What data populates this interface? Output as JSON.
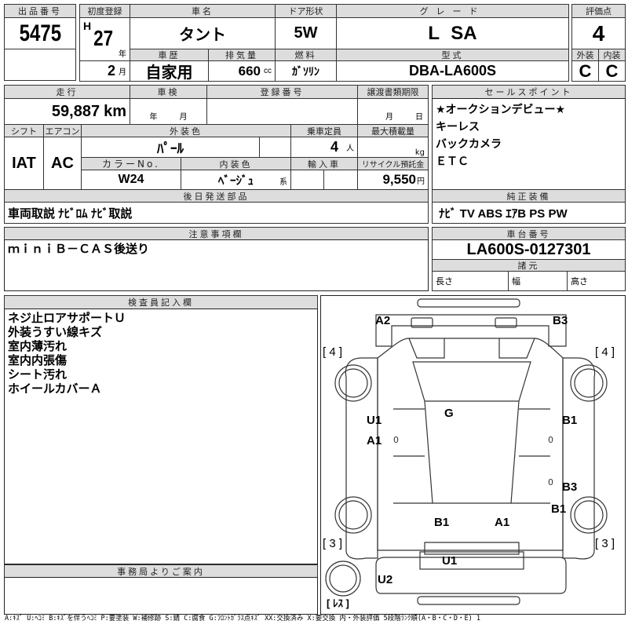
{
  "lot": {
    "label": "出品番号",
    "value": "5475"
  },
  "first_reg": {
    "label": "初度登録",
    "era": "H",
    "year": "27",
    "year_unit": "年",
    "month": "2",
    "month_unit": "月"
  },
  "car_name": {
    "label": "車名",
    "value": "タント"
  },
  "door": {
    "label": "ドア形状",
    "value": "5W"
  },
  "grade": {
    "label": "グレード",
    "value": "L SA"
  },
  "score": {
    "label": "評価点",
    "value": "4",
    "ext_label": "外装",
    "int_label": "内装",
    "ext": "C",
    "int": "C"
  },
  "history": {
    "label": "車歴",
    "value": "自家用"
  },
  "displacement": {
    "label": "排気量",
    "value": "660",
    "unit": "cc"
  },
  "fuel": {
    "label": "燃料",
    "value": "ｶﾞｿﾘﾝ"
  },
  "model": {
    "label": "型式",
    "value": "DBA-LA600S"
  },
  "mileage": {
    "label": "走行",
    "value": "59,887",
    "unit": "km"
  },
  "inspection": {
    "label": "車検",
    "year_unit": "年",
    "month_unit": "月"
  },
  "reg_no": {
    "label": "登録番号"
  },
  "transfer": {
    "label": "譲渡書類期限",
    "month_unit": "月",
    "day_unit": "日"
  },
  "shift": {
    "label": "シフト",
    "value": "IAT"
  },
  "ac": {
    "label": "エアコン",
    "value": "AC"
  },
  "ext_color": {
    "label": "外装色",
    "value": "ﾊﾟｰﾙ"
  },
  "capacity": {
    "label": "乗車定員",
    "value": "4",
    "unit": "人"
  },
  "max_load": {
    "label": "最大積載量",
    "unit": "kg"
  },
  "color_no": {
    "label": "カラーNo.",
    "value": "W24"
  },
  "int_color": {
    "label": "内装色",
    "value": "ﾍﾞｰｼﾞｭ",
    "unit": "系"
  },
  "import": {
    "label": "輸入車"
  },
  "recycle": {
    "label": "リサイクル預託金",
    "value": "9,550",
    "unit": "円"
  },
  "later_parts": {
    "label": "後日発送部品",
    "value": "車両取説 ﾅﾋﾞﾛﾑ ﾅﾋﾞ取説"
  },
  "sales_points": {
    "label": "セールスポイント",
    "items": [
      "★オークションデビュー★",
      "キーレス",
      "バックカメラ",
      "ＥＴＣ"
    ]
  },
  "equipment": {
    "label": "純正装備",
    "value": "ﾅﾋﾞ TV ABS ｴｱB PS PW"
  },
  "notes": {
    "label": "注意事項欄",
    "value": "ｍｉｎｉＢ－ＣＡＳ後送り"
  },
  "chassis": {
    "label": "車台番号",
    "value": "LA600S-0127301",
    "spec_label": "諸元",
    "length": "長さ",
    "width": "幅",
    "height": "高さ"
  },
  "inspector": {
    "label": "検査員記入欄",
    "items": [
      "ネジ止ロアサポートＵ",
      "外装うすい線キズ",
      "室内薄汚れ",
      "室内内張傷",
      "シート汚れ",
      "ホイールカバーＡ"
    ]
  },
  "office": {
    "label": "事務局よりご案内"
  },
  "diagram": {
    "marks": [
      "A2",
      "B3",
      "[ 4 ]",
      "[ 4 ]",
      "U1",
      "B1",
      "G",
      "A1",
      "B3",
      "B1",
      "B1",
      "A1",
      "[ 3 ]",
      "[ 3 ]",
      "U1",
      "U2",
      "[ ﾚｽ ]"
    ]
  },
  "legend": "A:ｷｽﾞ U:ﾍｺﾐ B:ｷｽﾞを伴うﾍｺﾐ P:要塗装 W:補修跡 S:錆 C:腐食 G:ﾌﾛﾝﾄｶﾞﾗｽ点ｷｽﾞ XX:交換済み X:要交換 内・外装評価 5段階ﾗﾝｸ順(A・B・C・D・E) 1"
}
